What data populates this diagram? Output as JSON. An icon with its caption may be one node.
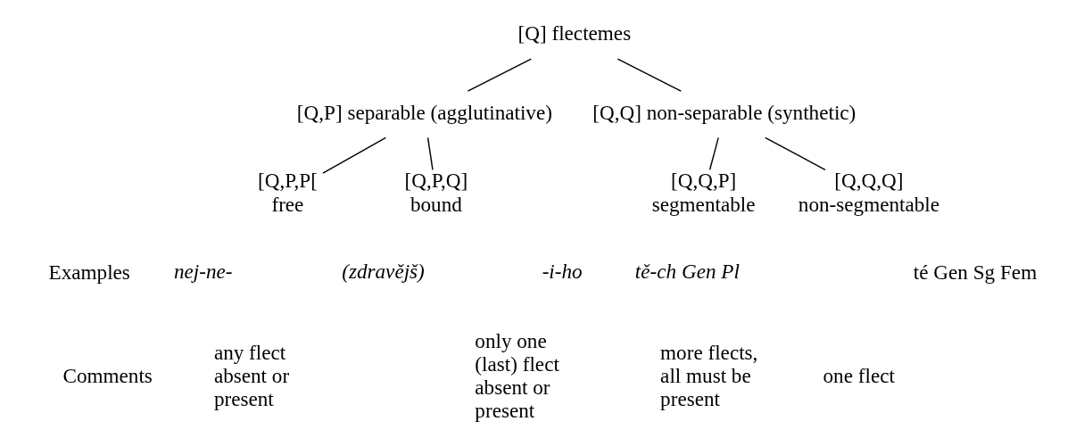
{
  "diagram": {
    "nodes": [
      {
        "text": [
          "[Q] flectemes"
        ]
      },
      {
        "text": [
          "[Q,P] separable (agglutinative)"
        ]
      },
      {
        "text": [
          "[Q,Q] non-separable (synthetic)"
        ]
      },
      {
        "text": [
          "[Q,P,P[",
          "free"
        ]
      },
      {
        "text": [
          "[Q,P,Q]",
          "bound"
        ]
      },
      {
        "text": [
          "[Q,Q,P]",
          "segmentable"
        ]
      },
      {
        "text": [
          "[Q,Q,Q]",
          "non-segmentable"
        ]
      }
    ],
    "edges": [
      {
        "from": 0,
        "to": 1,
        "arrow": "none"
      },
      {
        "from": 0,
        "to": 2,
        "arrow": "none"
      },
      {
        "from": 1,
        "to": 3,
        "arrow": "none"
      },
      {
        "from": 1,
        "to": 4,
        "arrow": "none"
      },
      {
        "from": 2,
        "to": 5,
        "arrow": "none"
      },
      {
        "from": 2,
        "to": 6,
        "arrow": "none"
      }
    ],
    "labels": [
      "Examples",
      "nej-ne-",
      "(zdravějš)",
      "-i-ho",
      "tě-ch Gen Pl",
      "té Gen Sg Fem",
      "Comments",
      "any flect absent or present",
      "only one (last) flect absent or present",
      "more flects, all must be present",
      "one flect"
    ]
  }
}
